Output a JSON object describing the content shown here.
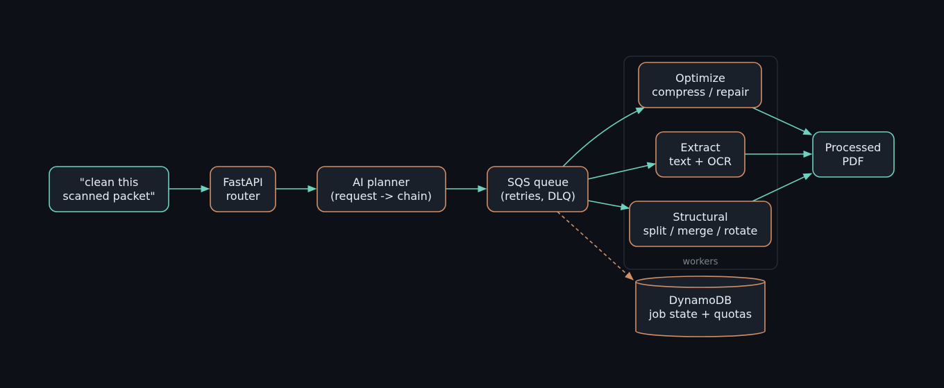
{
  "colors": {
    "background": "#0d1117",
    "node_fill": "#1a2029",
    "teal": "#6ed1bd",
    "orange": "#d28e67",
    "cluster_stroke": "#2a3038",
    "text": "#e6edf3",
    "caption": "#7d8590"
  },
  "nodes": {
    "request": {
      "lines": [
        "\"clean this",
        "scanned packet\""
      ]
    },
    "router": {
      "lines": [
        "FastAPI",
        "router"
      ]
    },
    "planner": {
      "lines": [
        "AI planner",
        "(request -> chain)"
      ]
    },
    "queue": {
      "lines": [
        "SQS queue",
        "(retries, DLQ)"
      ]
    },
    "optimize": {
      "lines": [
        "Optimize",
        "compress / repair"
      ]
    },
    "extract": {
      "lines": [
        "Extract",
        "text + OCR"
      ]
    },
    "structural": {
      "lines": [
        "Structural",
        "split / merge / rotate"
      ]
    },
    "output": {
      "lines": [
        "Processed",
        "PDF"
      ]
    },
    "db": {
      "lines": [
        "DynamoDB",
        "job state + quotas"
      ]
    }
  },
  "cluster": {
    "label": "workers"
  }
}
